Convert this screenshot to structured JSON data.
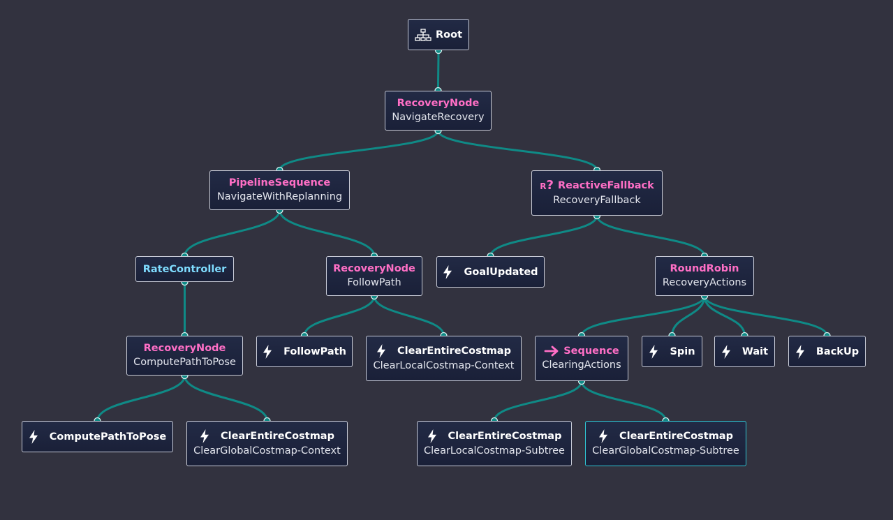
{
  "colors": {
    "background": "#32323f",
    "edge": "#0f8a86",
    "port_stroke": "#d8f2f1",
    "control_title": "#ff6fc6",
    "decorator_title": "#7fdcff",
    "selected_border": "#2fc7d3"
  },
  "nodes": {
    "root": {
      "title": "Root",
      "icon": "tree-icon"
    },
    "navigate_recovery": {
      "title": "RecoveryNode",
      "subtitle": "NavigateRecovery"
    },
    "pipeline": {
      "title": "PipelineSequence",
      "subtitle": "NavigateWithReplanning"
    },
    "reactive_fallback": {
      "title": "ReactiveFallback",
      "subtitle": "RecoveryFallback",
      "icon": "reactive-question-icon",
      "icon_text": "R?"
    },
    "rate_controller": {
      "title": "RateController"
    },
    "followpath_recovery": {
      "title": "RecoveryNode",
      "subtitle": "FollowPath"
    },
    "goal_updated": {
      "title": "GoalUpdated",
      "icon": "lightning-icon"
    },
    "round_robin": {
      "title": "RoundRobin",
      "subtitle": "RecoveryActions"
    },
    "compute_recovery": {
      "title": "RecoveryNode",
      "subtitle": "ComputePathToPose"
    },
    "follow_path": {
      "title": "FollowPath",
      "icon": "lightning-icon"
    },
    "clear_local_context": {
      "title": "ClearEntireCostmap",
      "subtitle": "ClearLocalCostmap-Context",
      "icon": "lightning-icon"
    },
    "sequence": {
      "title": "Sequence",
      "subtitle": "ClearingActions",
      "icon": "arrow-right-icon"
    },
    "spin": {
      "title": "Spin",
      "icon": "lightning-icon"
    },
    "wait": {
      "title": "Wait",
      "icon": "lightning-icon"
    },
    "backup": {
      "title": "BackUp",
      "icon": "lightning-icon"
    },
    "compute_path": {
      "title": "ComputePathToPose",
      "icon": "lightning-icon"
    },
    "clear_global_context": {
      "title": "ClearEntireCostmap",
      "subtitle": "ClearGlobalCostmap-Context",
      "icon": "lightning-icon"
    },
    "clear_local_subtree": {
      "title": "ClearEntireCostmap",
      "subtitle": "ClearLocalCostmap-Subtree",
      "icon": "lightning-icon"
    },
    "clear_global_subtree": {
      "title": "ClearEntireCostmap",
      "subtitle": "ClearGlobalCostmap-Subtree",
      "icon": "lightning-icon",
      "selected": true
    }
  },
  "edges": [
    [
      "root",
      "navigate_recovery"
    ],
    [
      "navigate_recovery",
      "pipeline"
    ],
    [
      "navigate_recovery",
      "reactive_fallback"
    ],
    [
      "pipeline",
      "rate_controller"
    ],
    [
      "pipeline",
      "followpath_recovery"
    ],
    [
      "reactive_fallback",
      "goal_updated"
    ],
    [
      "reactive_fallback",
      "round_robin"
    ],
    [
      "rate_controller",
      "compute_recovery"
    ],
    [
      "followpath_recovery",
      "follow_path"
    ],
    [
      "followpath_recovery",
      "clear_local_context"
    ],
    [
      "round_robin",
      "sequence"
    ],
    [
      "round_robin",
      "spin"
    ],
    [
      "round_robin",
      "wait"
    ],
    [
      "round_robin",
      "backup"
    ],
    [
      "compute_recovery",
      "compute_path"
    ],
    [
      "compute_recovery",
      "clear_global_context"
    ],
    [
      "sequence",
      "clear_local_subtree"
    ],
    [
      "sequence",
      "clear_global_subtree"
    ]
  ]
}
